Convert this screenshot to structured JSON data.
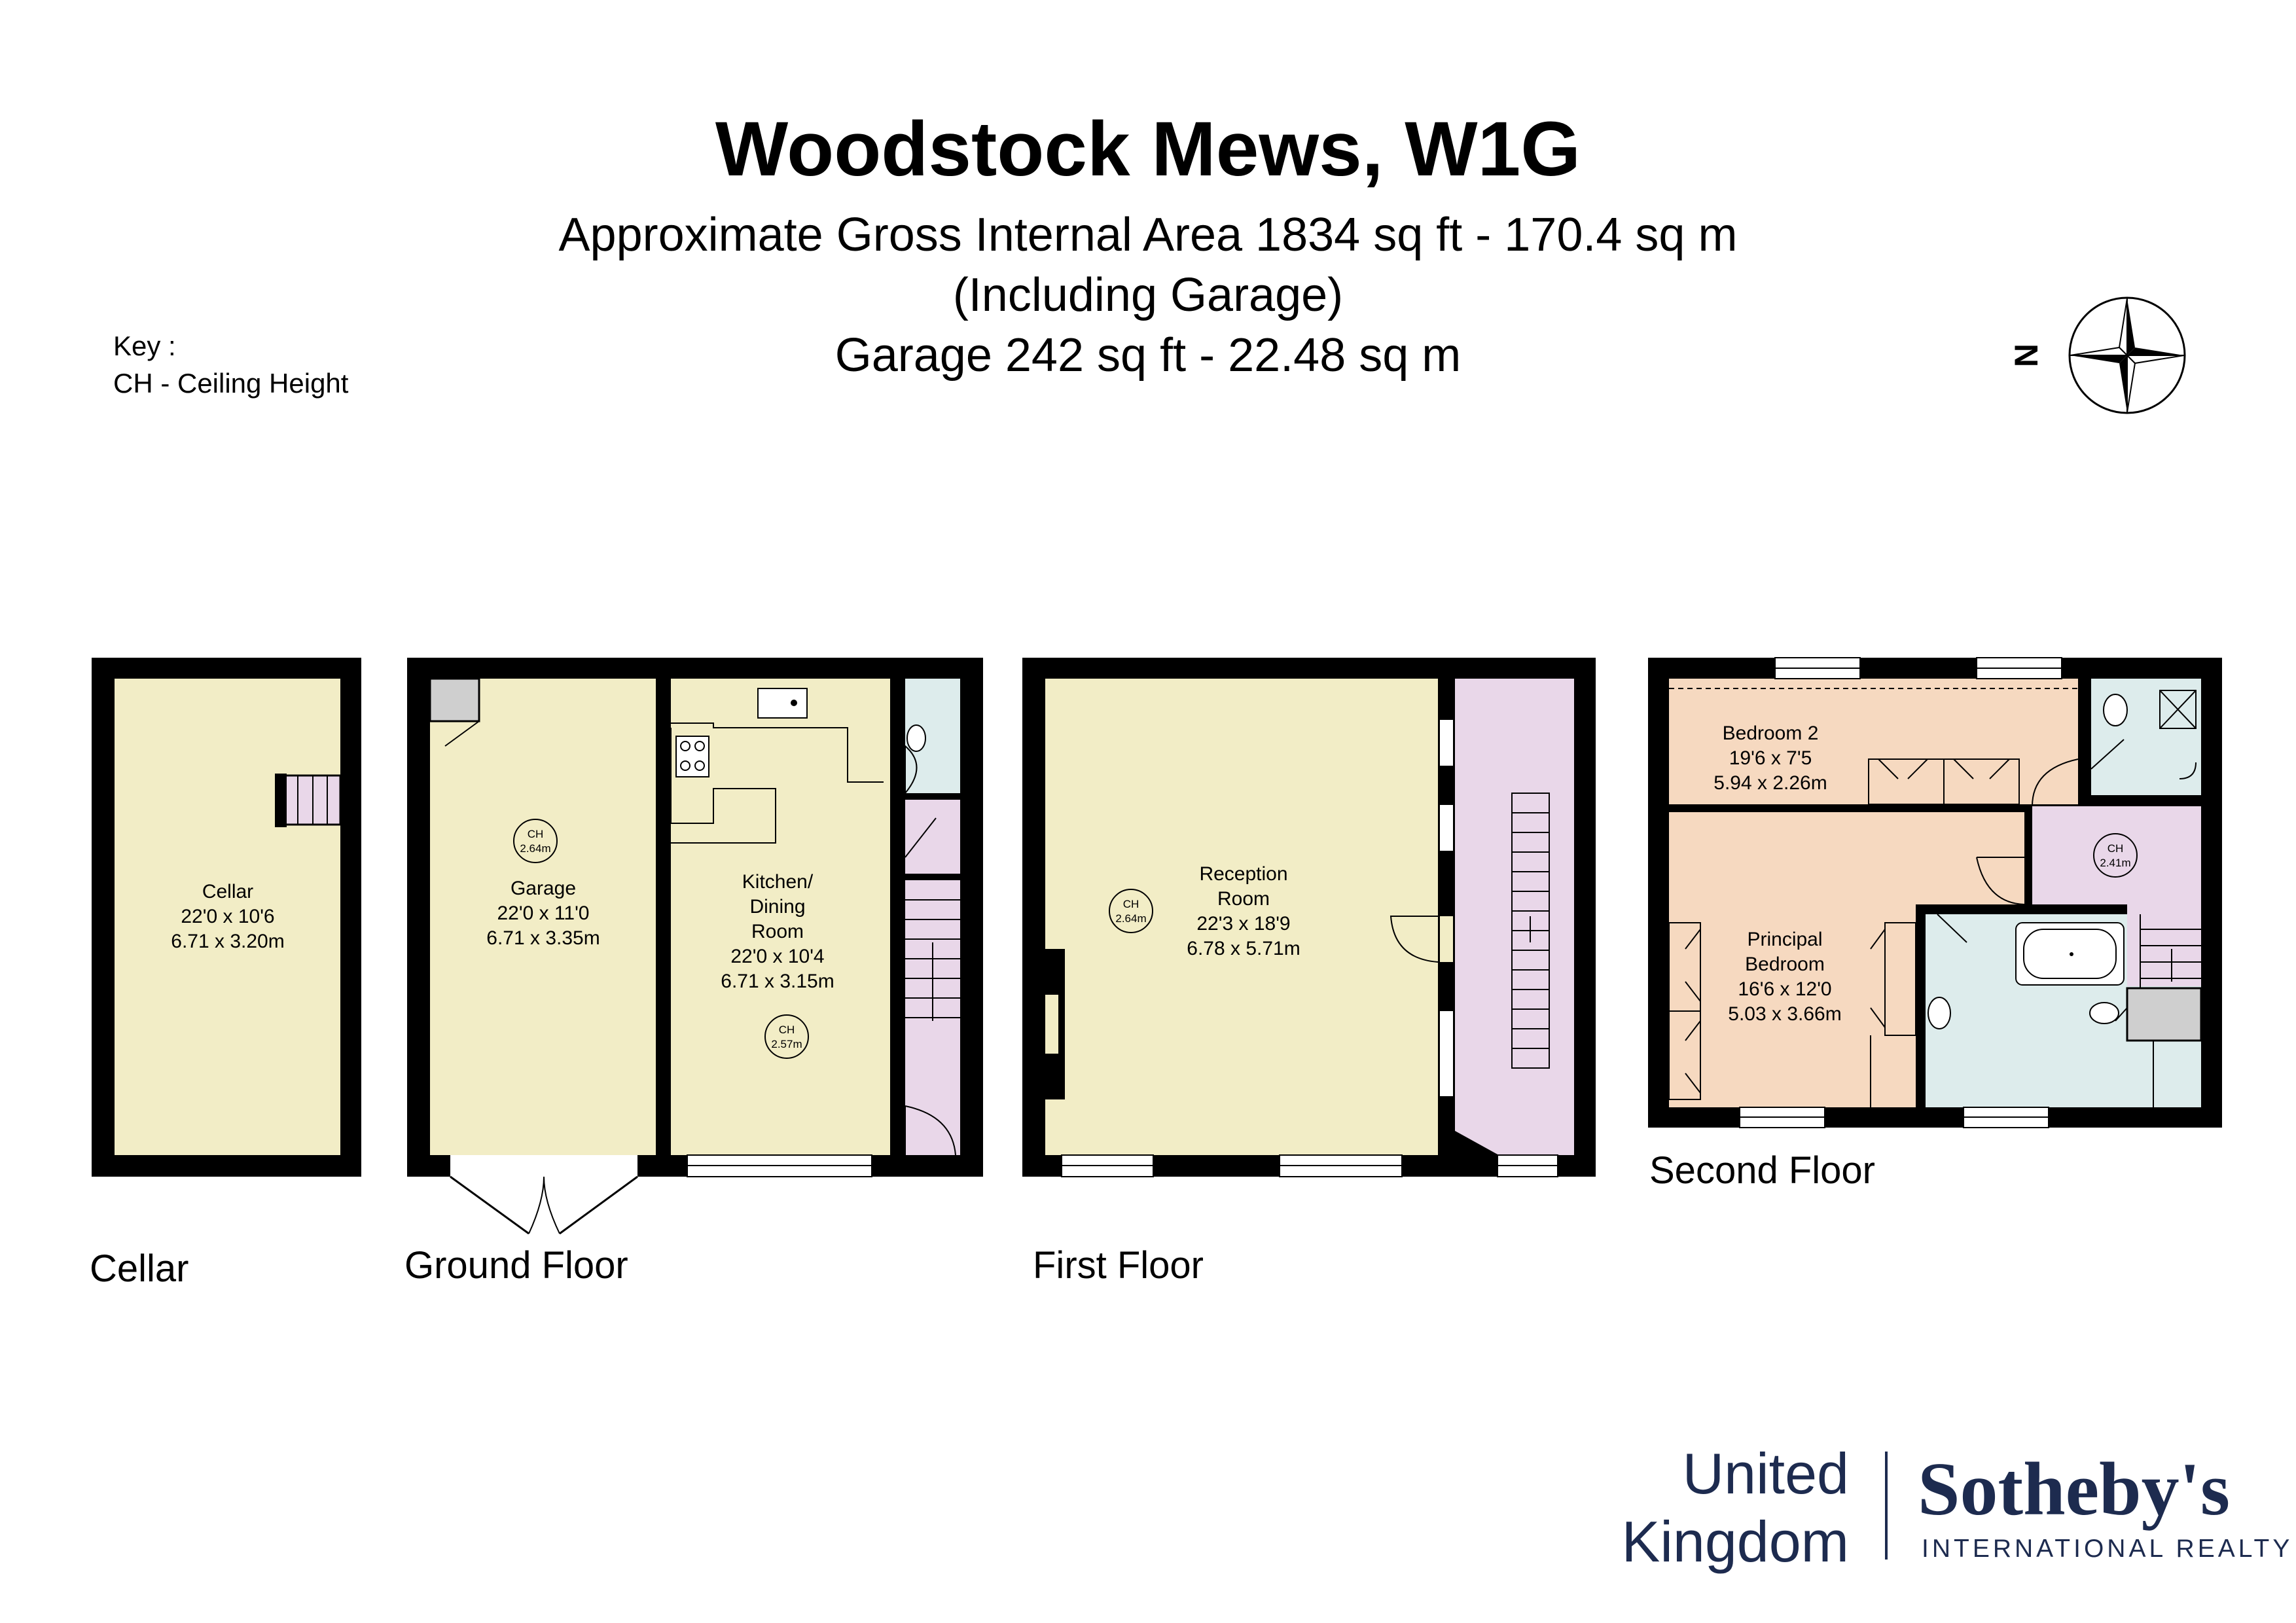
{
  "header": {
    "title": "Woodstock Mews, W1G",
    "area": "Approximate Gross Internal Area 1834 sq ft - 170.4 sq m",
    "note": "(Including Garage)",
    "garage": "Garage 242 sq ft - 22.48 sq m"
  },
  "key": {
    "heading": "Key :",
    "ch": "CH - Ceiling Height"
  },
  "compass": {
    "letter": "N"
  },
  "floors": {
    "cellar": "Cellar",
    "ground": "Ground Floor",
    "first": "First Floor",
    "second": "Second Floor"
  },
  "rooms": {
    "cellar": {
      "name": "Cellar",
      "imperial": "22'0 x 10'6",
      "metric": "6.71 x 3.20m"
    },
    "garage": {
      "name": "Garage",
      "imperial": "22'0 x 11'0",
      "metric": "6.71 x 3.35m",
      "ch": "2.64m"
    },
    "kitchen": {
      "name1": "Kitchen/",
      "name2": "Dining",
      "name3": "Room",
      "imperial": "22'0 x 10'4",
      "metric": "6.71 x 3.15m",
      "ch": "2.57m"
    },
    "reception": {
      "name1": "Reception",
      "name2": "Room",
      "imperial": "22'3 x 18'9",
      "metric": "6.78 x 5.71m",
      "ch": "2.64m"
    },
    "bedroom2": {
      "name": "Bedroom 2",
      "imperial": "19'6 x 7'5",
      "metric": "5.94 x 2.26m"
    },
    "principal": {
      "name1": "Principal",
      "name2": "Bedroom",
      "imperial": "16'6 x 12'0",
      "metric": "5.03 x 3.66m"
    },
    "landing": {
      "ch": "2.41m"
    }
  },
  "ch_abbr": "CH",
  "brand": {
    "left1": "United",
    "left2": "Kingdom",
    "right": "Sotheby's",
    "sub": "INTERNATIONAL REALTY"
  },
  "colors": {
    "wall": "#000000",
    "room": "#f2edc6",
    "bedroom": "#f6d9c0",
    "circulation": "#e9d7e9",
    "wet": "#ddecec",
    "brand": "#1d2b4f"
  }
}
